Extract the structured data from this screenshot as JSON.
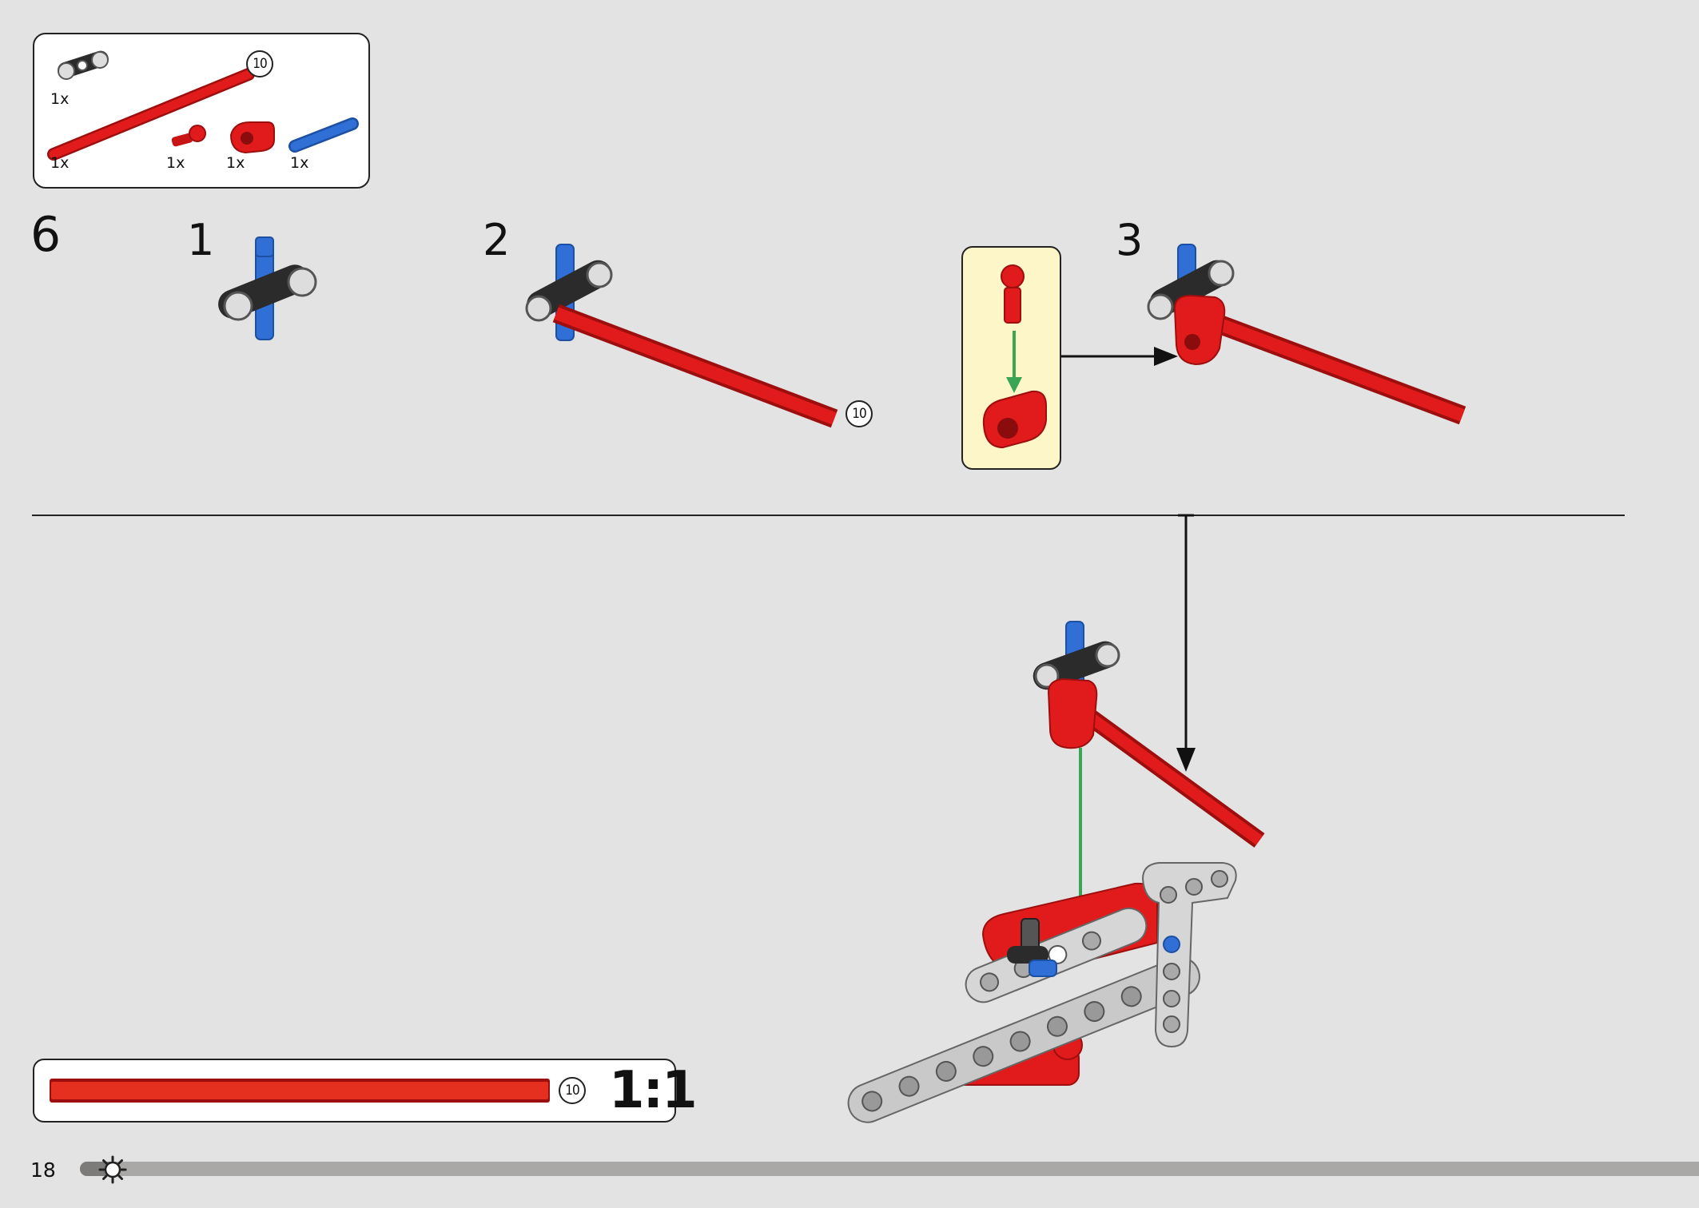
{
  "parts_list": {
    "items": [
      {
        "name": "connector",
        "qty": "1x"
      },
      {
        "name": "axle-10",
        "qty": "1x",
        "size": "10"
      },
      {
        "name": "red-ball-pin",
        "qty": "1x"
      },
      {
        "name": "red-axle-connector",
        "qty": "1x"
      },
      {
        "name": "blue-pin",
        "qty": "1x"
      }
    ]
  },
  "step": {
    "number": "6",
    "substeps": [
      "1",
      "2",
      "3"
    ],
    "axle_length": "10"
  },
  "scale": {
    "length": "10",
    "label": "1:1"
  },
  "page": {
    "number": "18",
    "progress": 0.02
  },
  "colors": {
    "red": "#e11b1b",
    "blue": "#2f6fd6",
    "dark": "#2b2b2b",
    "light_gray": "#cfcfcf",
    "green_arrow": "#3aa655",
    "callout": "#fdf6c9"
  }
}
